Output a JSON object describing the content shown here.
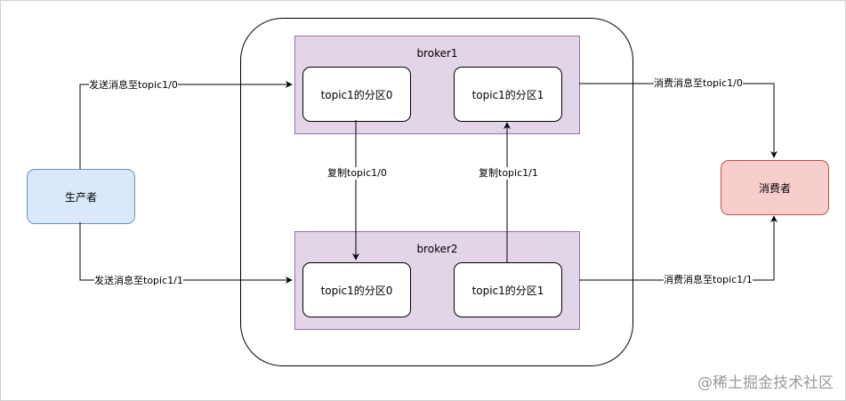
{
  "broker1": {
    "title": "broker1",
    "partitions": [
      "topic1的分区0",
      "topic1的分区1"
    ]
  },
  "broker2": {
    "title": "broker2",
    "partitions": [
      "topic1的分区0",
      "topic1的分区1"
    ]
  },
  "producer": {
    "label": "生产者"
  },
  "consumer": {
    "label": "消费者"
  },
  "edges": {
    "send_0": "发送消息至topic1/0",
    "send_1": "发送消息至topic1/1",
    "consume_0": "消费消息至topic1/0",
    "consume_1": "消费消息至topic1/1",
    "replicate_0": "复制topic1/0",
    "replicate_1": "复制topic1/1"
  },
  "watermark": "@稀土掘金技术社区",
  "colors": {
    "broker_fill": "#e1d5e7",
    "broker_stroke": "#9673a6",
    "producer_fill": "#dae8fc",
    "consumer_fill": "#f8cecc"
  }
}
